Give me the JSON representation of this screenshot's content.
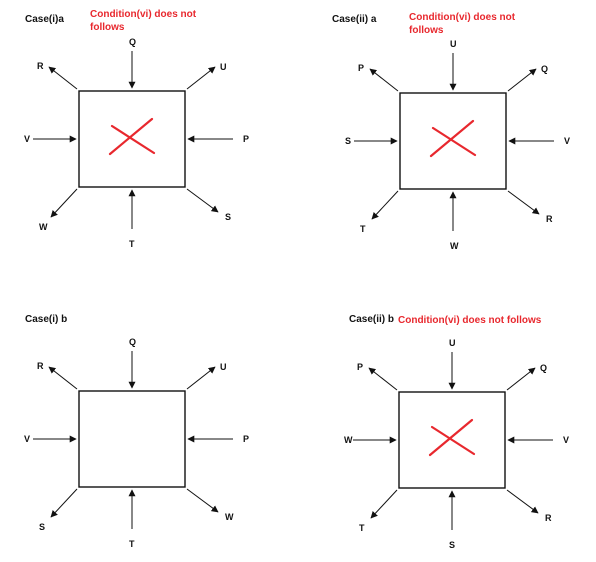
{
  "colors": {
    "ink": "#111111",
    "alert": "#e8282e",
    "background": "#ffffff"
  },
  "cases": [
    {
      "id": "case-i-a",
      "label": "Case(i)a",
      "condition": [
        "Condition(vi) does not",
        "follows"
      ],
      "crossed": true,
      "labels": {
        "top": "Q",
        "top_right": "U",
        "right": "P",
        "bottom_right": "S",
        "bottom": "T",
        "bottom_left": "W",
        "left": "V",
        "top_left": "R"
      }
    },
    {
      "id": "case-ii-a",
      "label": "Case(ii) a",
      "condition": [
        "Condition(vi) does not",
        "follows"
      ],
      "crossed": true,
      "labels": {
        "top": "U",
        "top_right": "Q",
        "right": "V",
        "bottom_right": "R",
        "bottom": "W",
        "bottom_left": "T",
        "left": "S",
        "top_left": "P"
      }
    },
    {
      "id": "case-i-b",
      "label": "Case(i) b",
      "condition": [],
      "crossed": false,
      "labels": {
        "top": "Q",
        "top_right": "U",
        "right": "P",
        "bottom_right": "W",
        "bottom": "T",
        "bottom_left": "S",
        "left": "V",
        "top_left": "R"
      }
    },
    {
      "id": "case-ii-b",
      "label": "Case(ii) b",
      "condition": [
        "Condition(vi) does not follows"
      ],
      "crossed": true,
      "labels": {
        "top": "U",
        "top_right": "Q",
        "right": "V",
        "bottom_right": "R",
        "bottom": "S",
        "bottom_left": "T",
        "left": "W",
        "top_left": "P"
      }
    }
  ]
}
